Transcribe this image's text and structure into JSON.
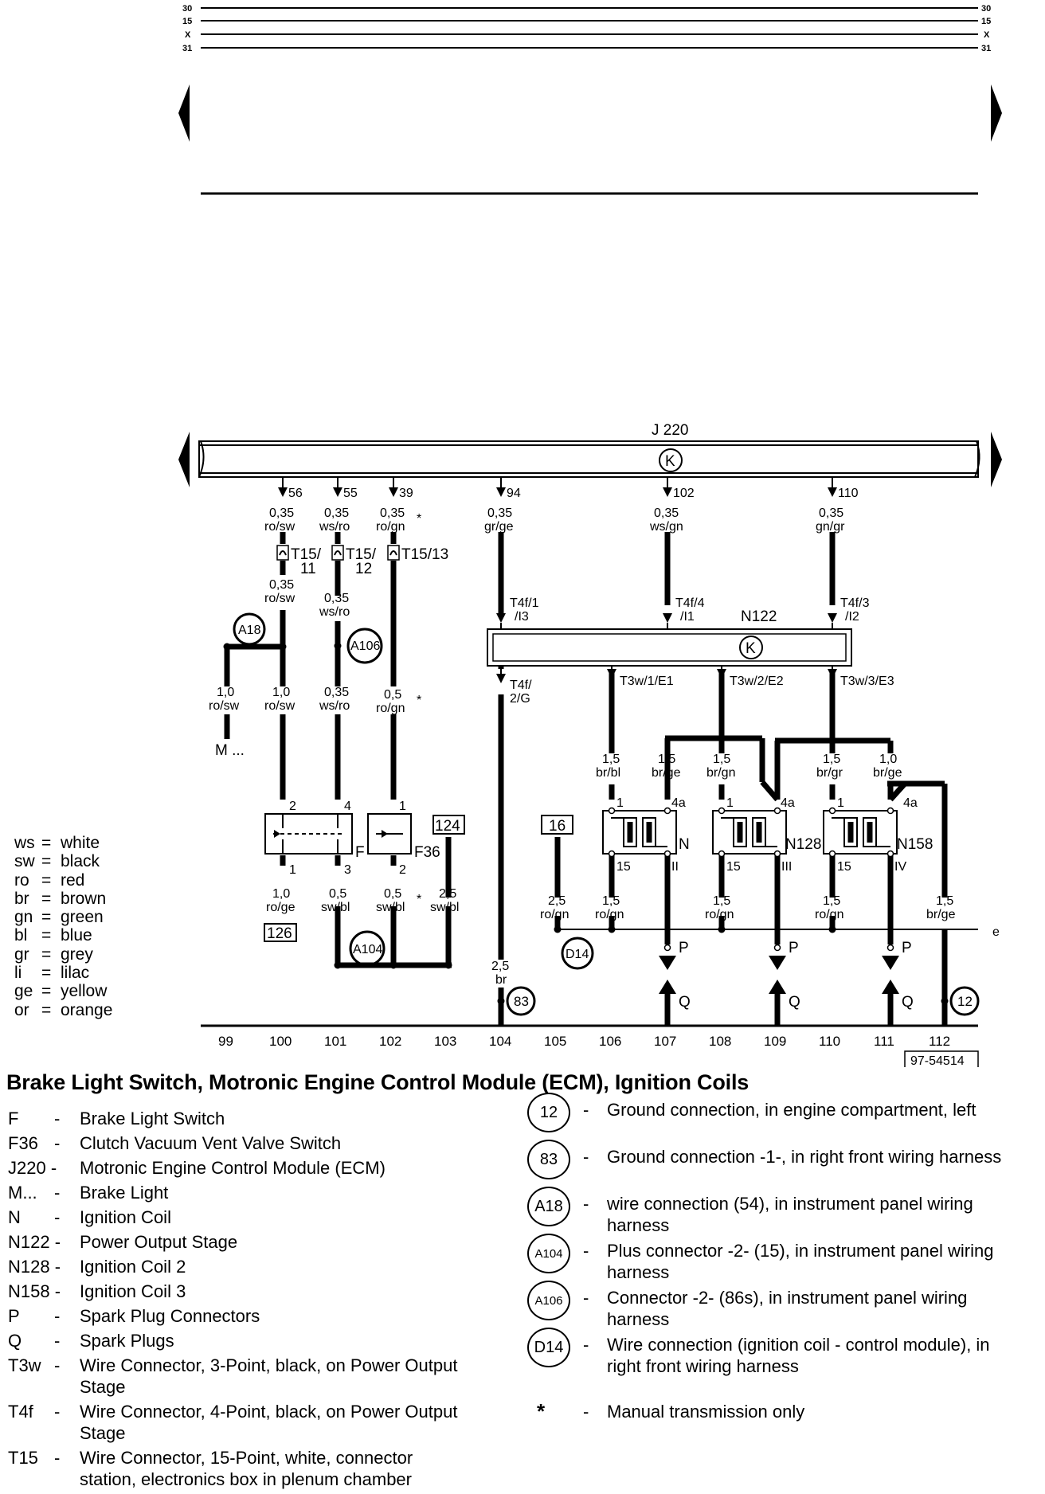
{
  "rails": [
    "30",
    "15",
    "X",
    "31"
  ],
  "module": {
    "id": "J 220",
    "k": "K"
  },
  "ecm_pins": [
    {
      "pin": "56",
      "size": "0,35",
      "color": "ro/sw"
    },
    {
      "pin": "55",
      "size": "0,35",
      "color": "ws/ro"
    },
    {
      "pin": "39",
      "size": "0,35",
      "color": "ro/gn",
      "star": "*"
    },
    {
      "pin": "94",
      "size": "0,35",
      "color": "gr/ge"
    },
    {
      "pin": "102",
      "size": "0,35",
      "color": "ws/gn"
    },
    {
      "pin": "110",
      "size": "0,35",
      "color": "gn/gr"
    }
  ],
  "t15": [
    {
      "line1": "T15/",
      "line2": "11"
    },
    {
      "line1": "T15/",
      "line2": "12"
    },
    {
      "line1": "T15/13",
      "line2": ""
    }
  ],
  "post_t15": [
    {
      "size": "0,35",
      "color": "ro/sw"
    },
    {
      "size": "0,35",
      "color": "ws/ro"
    }
  ],
  "nodes": {
    "a18": "A18",
    "a106": "A106",
    "a104": "A104",
    "d14": "D14",
    "g83": "83",
    "g12": "12"
  },
  "upper_wires": [
    {
      "size": "1,0",
      "color": "ro/sw"
    },
    {
      "size": "1,0",
      "color": "ro/sw"
    },
    {
      "size": "0,35",
      "color": "ws/ro"
    },
    {
      "size": "0,5",
      "color": "ro/gn",
      "star": "*"
    }
  ],
  "brake_light": "M ...",
  "switch_f": {
    "label": "F",
    "pin_a": "2",
    "pin_b": "4",
    "pin_c": "1",
    "pin_d": "3"
  },
  "switch_f36": {
    "label": "F36",
    "pin_a": "1",
    "pin_b": "2"
  },
  "refs": {
    "r124": "124",
    "r16": "16",
    "r126": "126"
  },
  "lower_wires": [
    {
      "size": "1,0",
      "color": "ro/ge"
    },
    {
      "size": "0,5",
      "color": "sw/bl"
    },
    {
      "size": "0,5",
      "color": "sw/bl",
      "star": "*"
    },
    {
      "size": "2,5",
      "color": "sw/bl"
    }
  ],
  "n122": {
    "label": "N122",
    "k": "K",
    "t4f": [
      {
        "line1": "T4f/1",
        "line2": "/I3"
      },
      {
        "line1": "T4f/4",
        "line2": "/I1"
      },
      {
        "line1": "T4f/3",
        "line2": "/I2"
      }
    ],
    "t4f_out": {
      "line1": "T4f/",
      "line2": "2/G"
    },
    "t3w": [
      "T3w/1/E1",
      "T3w/2/E2",
      "T3w/3/E3"
    ]
  },
  "coil_wires": [
    {
      "size": "1,5",
      "color": "br/bl"
    },
    {
      "size": "1,5",
      "color": "br/ge"
    },
    {
      "size": "1,5",
      "color": "br/gn"
    },
    {
      "size": "1,5",
      "color": "br/gr"
    },
    {
      "size": "1,0",
      "color": "br/ge"
    }
  ],
  "coils": [
    {
      "label": "N",
      "pin_in": "1",
      "pin_pwr": "4a",
      "pin_15": "15",
      "pin_out": "II"
    },
    {
      "label": "N128",
      "pin_in": "1",
      "pin_pwr": "4a",
      "pin_15": "15",
      "pin_out": "III"
    },
    {
      "label": "N158",
      "pin_in": "1",
      "pin_pwr": "4a",
      "pin_15": "15",
      "pin_out": "IV"
    }
  ],
  "supply_wires": [
    {
      "size": "2,5",
      "color": "ro/gn"
    },
    {
      "size": "1,5",
      "color": "ro/gn"
    },
    {
      "size": "1,5",
      "color": "ro/gn"
    },
    {
      "size": "1,5",
      "color": "ro/gn"
    }
  ],
  "ground_wire_104": {
    "size": "2,5",
    "color": "br"
  },
  "ground_wire_112": {
    "size": "1,5",
    "color": "br/ge"
  },
  "plug_p": "P",
  "plug_q": "Q",
  "edge_label": "e",
  "sections": [
    "99",
    "100",
    "101",
    "102",
    "103",
    "104",
    "105",
    "106",
    "107",
    "108",
    "109",
    "110",
    "111",
    "112"
  ],
  "ref_code": "97-54514",
  "color_legend": [
    {
      "code": "ws",
      "name": "white"
    },
    {
      "code": "sw",
      "name": "black"
    },
    {
      "code": "ro",
      "name": "red"
    },
    {
      "code": "br",
      "name": "brown"
    },
    {
      "code": "gn",
      "name": "green"
    },
    {
      "code": "bl",
      "name": "blue"
    },
    {
      "code": "gr",
      "name": "grey"
    },
    {
      "code": "li",
      "name": "lilac"
    },
    {
      "code": "ge",
      "name": "yellow"
    },
    {
      "code": "or",
      "name": "orange"
    }
  ],
  "title": "Brake Light Switch, Motronic Engine Control Module (ECM), Ignition Coils",
  "components": [
    {
      "code": "F",
      "desc": "Brake Light Switch"
    },
    {
      "code": "F36",
      "desc": "Clutch Vacuum Vent Valve Switch"
    },
    {
      "code": "J220 -",
      "desc": "Motronic Engine Control Module (ECM)"
    },
    {
      "code": "M...",
      "desc": "Brake Light"
    },
    {
      "code": "N",
      "desc": "Ignition Coil"
    },
    {
      "code": "N122 -",
      "desc": "Power Output Stage"
    },
    {
      "code": "N128 -",
      "desc": "Ignition Coil 2"
    },
    {
      "code": "N158 -",
      "desc": "Ignition Coil 3"
    },
    {
      "code": "P",
      "desc": "Spark Plug Connectors"
    },
    {
      "code": "Q",
      "desc": "Spark Plugs"
    },
    {
      "code": "T3w",
      "desc": "Wire Connector, 3-Point, black, on Power Output Stage"
    },
    {
      "code": "T4f",
      "desc": "Wire Connector, 4-Point, black, on Power Output Stage"
    },
    {
      "code": "T15",
      "desc": "Wire Connector, 15-Point, white, connector station, electronics box in plenum chamber"
    }
  ],
  "connections": [
    {
      "symbol": "12",
      "desc": "Ground connection, in engine compartment, left"
    },
    {
      "symbol": "83",
      "desc": "Ground connection -1-, in right front wiring harness"
    },
    {
      "symbol": "A18",
      "desc": "wire connection (54), in instrument panel wiring harness"
    },
    {
      "symbol": "A104",
      "desc": "Plus connector -2- (15), in instrument panel wiring harness"
    },
    {
      "symbol": "A106",
      "desc": "Connector -2- (86s), in instrument panel wiring harness"
    },
    {
      "symbol": "D14",
      "desc": "Wire connection (ignition coil - control module), in right front wiring harness"
    }
  ],
  "note": {
    "symbol": "*",
    "desc": "Manual transmission only"
  }
}
